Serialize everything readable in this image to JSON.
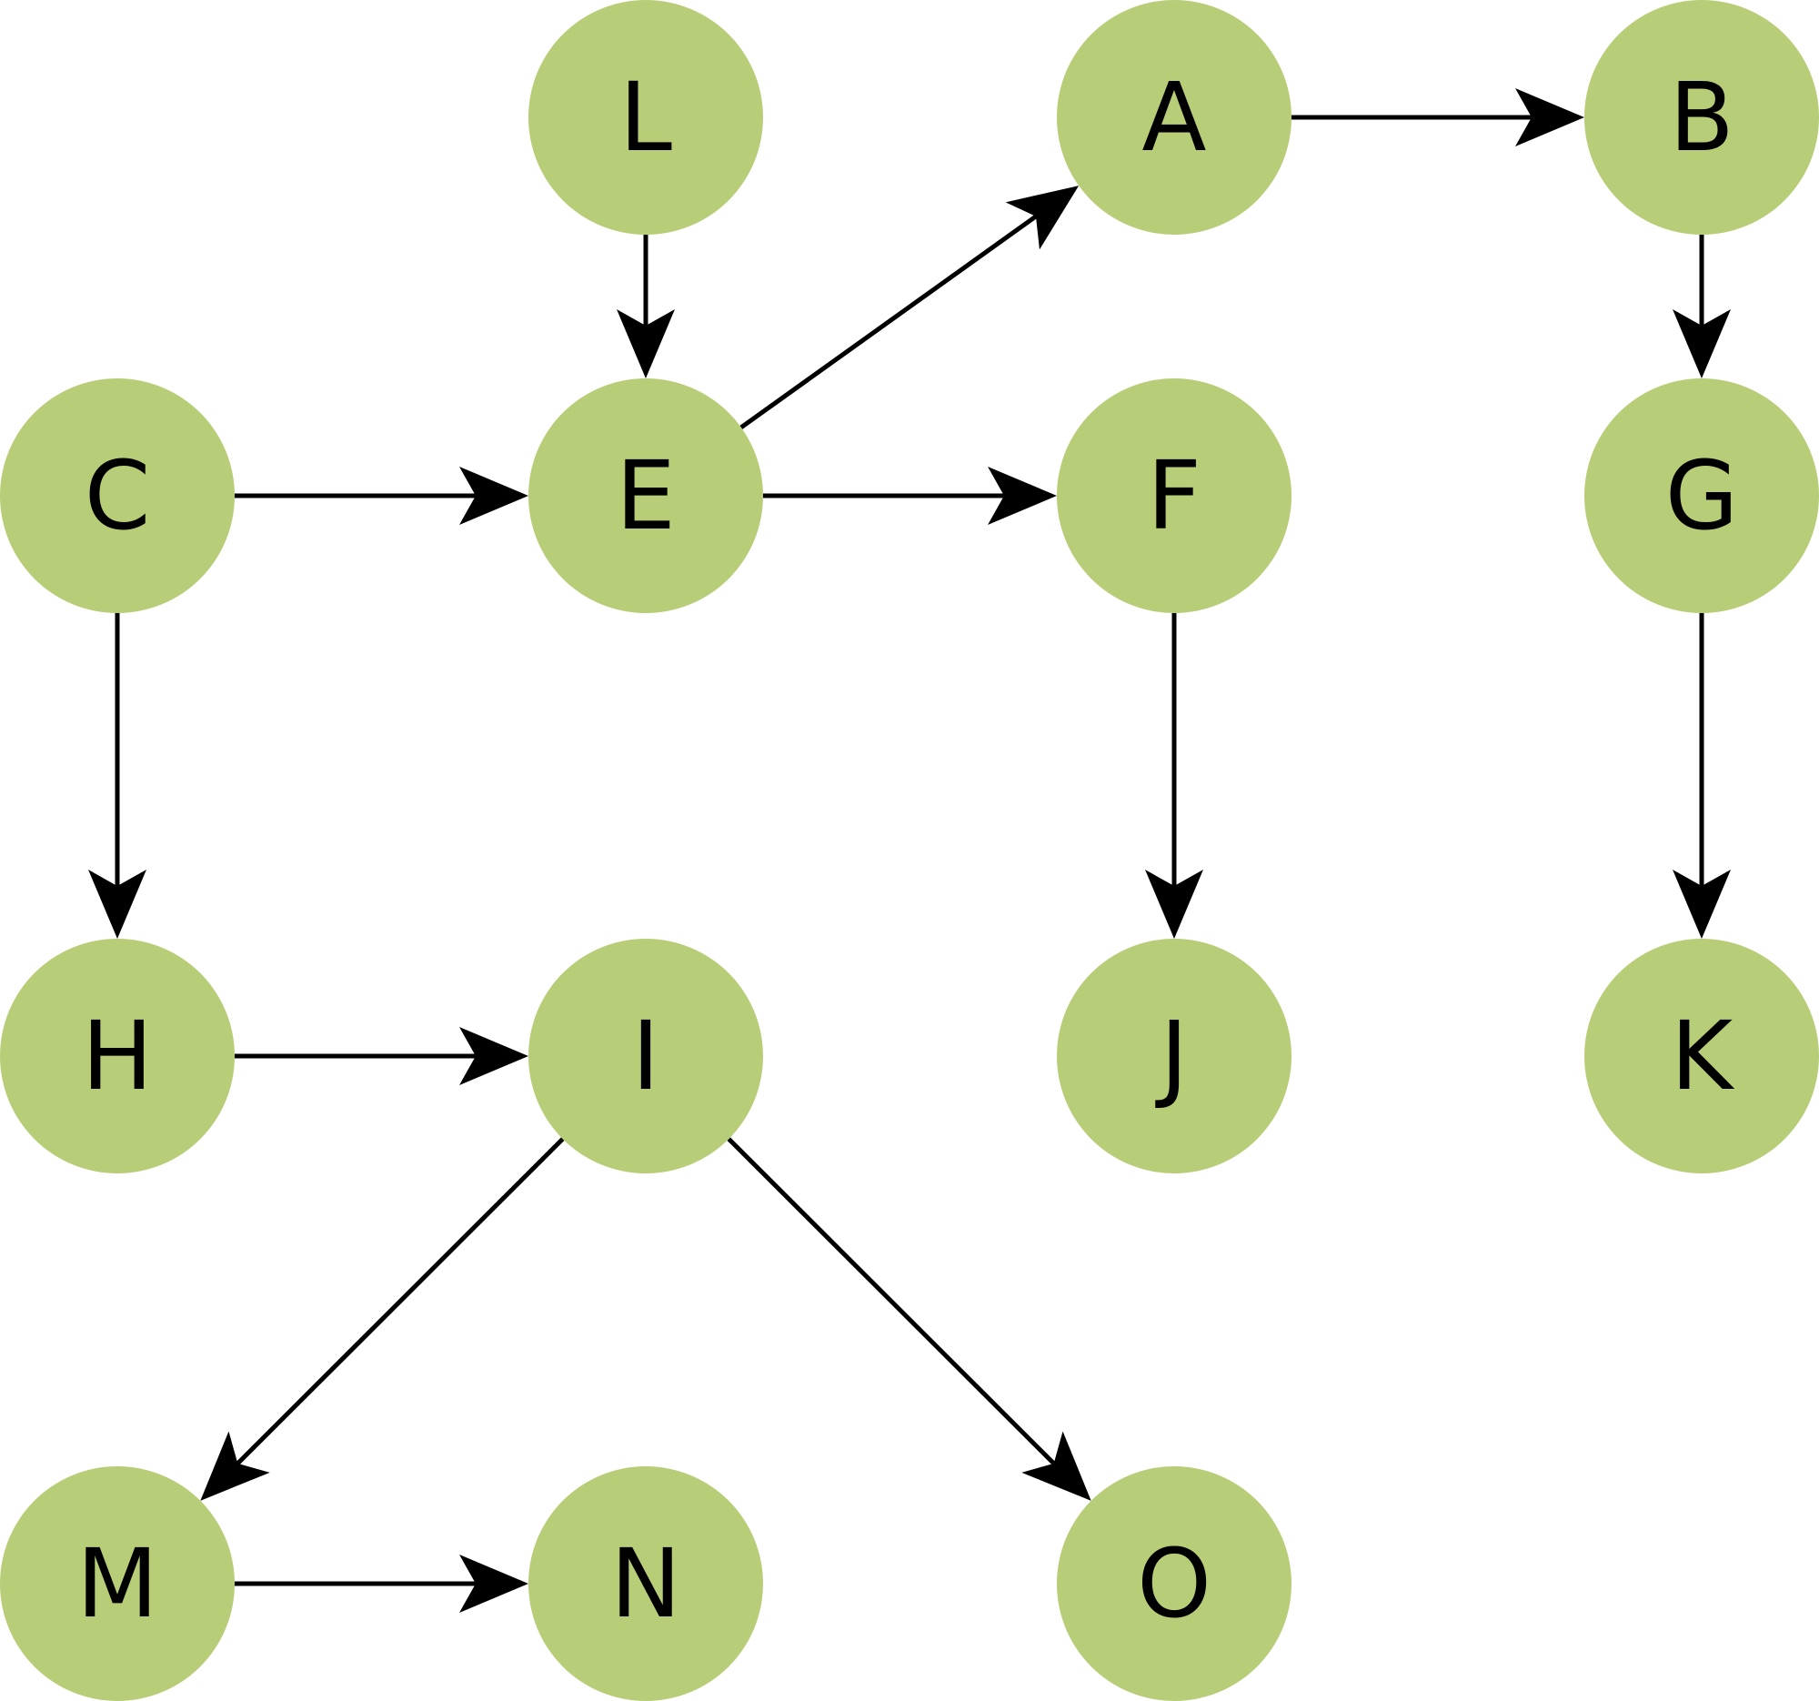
{
  "colors": {
    "node_fill": "#b8cd78",
    "edge": "#000000",
    "label": "#000000",
    "background": "#ffffff"
  },
  "nodes": [
    {
      "id": "L",
      "label": "L"
    },
    {
      "id": "A",
      "label": "A"
    },
    {
      "id": "B",
      "label": "B"
    },
    {
      "id": "C",
      "label": "C"
    },
    {
      "id": "E",
      "label": "E"
    },
    {
      "id": "F",
      "label": "F"
    },
    {
      "id": "G",
      "label": "G"
    },
    {
      "id": "H",
      "label": "H"
    },
    {
      "id": "I",
      "label": "I"
    },
    {
      "id": "J",
      "label": "J"
    },
    {
      "id": "K",
      "label": "K"
    },
    {
      "id": "M",
      "label": "M"
    },
    {
      "id": "N",
      "label": "N"
    },
    {
      "id": "O",
      "label": "O"
    }
  ],
  "edges": [
    {
      "from": "L",
      "to": "E"
    },
    {
      "from": "E",
      "to": "A"
    },
    {
      "from": "A",
      "to": "B"
    },
    {
      "from": "B",
      "to": "G"
    },
    {
      "from": "C",
      "to": "E"
    },
    {
      "from": "E",
      "to": "F"
    },
    {
      "from": "C",
      "to": "H"
    },
    {
      "from": "F",
      "to": "J"
    },
    {
      "from": "G",
      "to": "K"
    },
    {
      "from": "H",
      "to": "I"
    },
    {
      "from": "I",
      "to": "M"
    },
    {
      "from": "I",
      "to": "O"
    },
    {
      "from": "M",
      "to": "N"
    }
  ]
}
